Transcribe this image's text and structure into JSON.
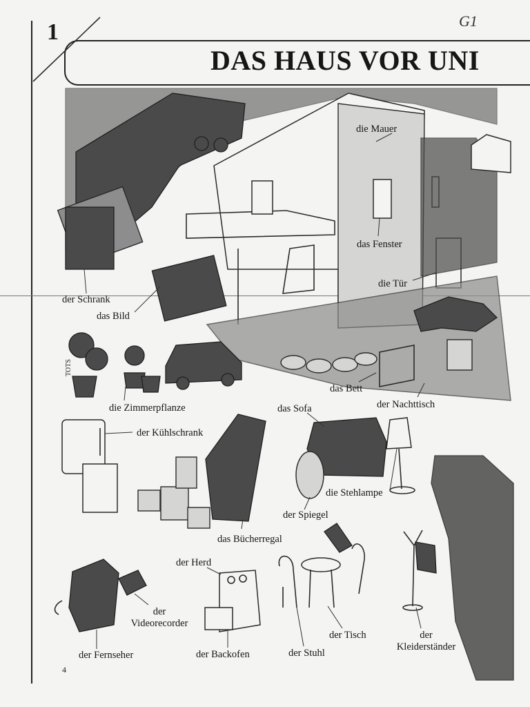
{
  "header": {
    "chapter_number": "1",
    "title": "DAS HAUS VOR UNI",
    "handwritten_mark": "G1"
  },
  "labels": {
    "mauer": "die Mauer",
    "fenster": "das Fenster",
    "tuer": "die Tür",
    "schrank": "der Schrank",
    "bild": "das Bild",
    "zimmerpflanze": "die Zimmerpflanze",
    "bett": "das Bett",
    "nachttisch": "der Nachttisch",
    "sofa": "das Sofa",
    "kuehlschrank": "der Kühlschrank",
    "stehlampe": "die Stehlampe",
    "spiegel": "der Spiegel",
    "buecherregal": "das Bücherregal",
    "herd": "der Herd",
    "videorecorder_1": "der",
    "videorecorder_2": "Videorecorder",
    "fernseher": "der Fernseher",
    "backofen": "der Backofen",
    "stuhl": "der Stuhl",
    "tisch": "der Tisch",
    "kleiderstaender_1": "der",
    "kleiderstaender_2": "Kleiderständer"
  },
  "artist_signature": "TOTS",
  "page_number": "4"
}
